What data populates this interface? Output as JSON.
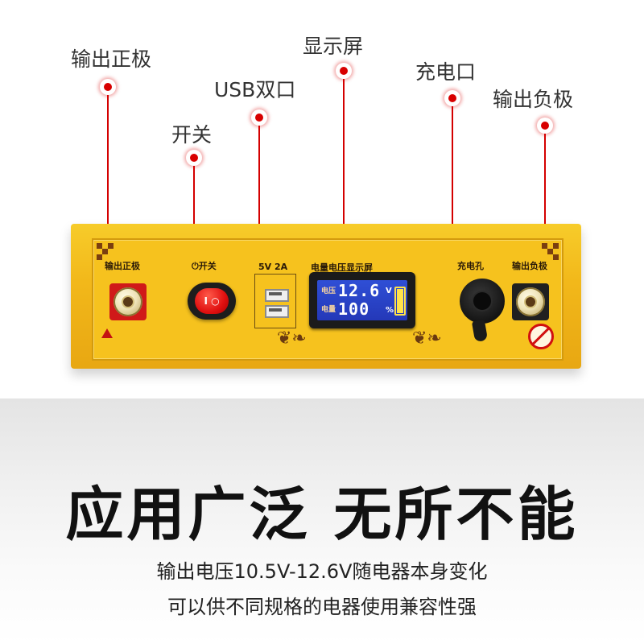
{
  "callouts": {
    "output_positive": "输出正极",
    "switch": "开关",
    "usb_dual": "USB双口",
    "display": "显示屏",
    "charge_port": "充电口",
    "output_negative": "输出负极"
  },
  "device_panel": {
    "positive_caption": "输出正极",
    "switch_caption": "⏻开关",
    "usb_caption": "5V 2A",
    "display_caption": "电量电压显示屏",
    "charge_caption": "充电孔",
    "negative_caption": "输出负极",
    "switch_symbol": "I ○",
    "lcd": {
      "voltage_tag": "电压",
      "voltage_value": "12.6",
      "voltage_unit": "V",
      "charge_tag": "电量",
      "charge_value": "100",
      "charge_unit": "%",
      "battery_level": 1.0
    }
  },
  "headline": "应用广泛 无所不能",
  "description": {
    "line1": "输出电压10.5V-12.6V随电器本身变化",
    "line2": "可以供不同规格的电器使用兼容性强"
  },
  "colors": {
    "accent_red": "#d80000",
    "device_yellow": "#f2b81a",
    "lcd_blue": "#2f4fd6"
  }
}
